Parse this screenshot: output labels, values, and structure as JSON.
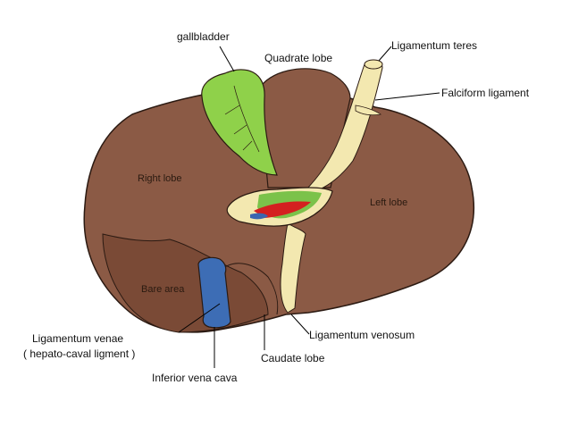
{
  "labels": {
    "gallbladder": "gallbladder",
    "quadrate_lobe": "Quadrate lobe",
    "ligamentum_teres": "Ligamentum teres",
    "falciform_ligament": "Falciform ligament",
    "right_lobe": "Right lobe",
    "left_lobe": "Left lobe",
    "bare_area": "Bare area",
    "ligamentum_venae_line1": "Ligamentum venae",
    "ligamentum_venae_line2": "( hepato-caval ligment )",
    "ligamentum_venosum": "Ligamentum venosum",
    "caudate_lobe": "Caudate lobe",
    "inferior_vena_cava": "Inferior  vena cava"
  },
  "colors": {
    "liver": "#8b5a45",
    "liver_outline": "#2b1a12",
    "bare_area": "#7a4a36",
    "gallbladder": "#8fd14a",
    "ligament": "#f3e8b0",
    "hilum_green": "#7bc24a",
    "artery_red": "#d42020",
    "vein_blue": "#3a66b0",
    "vena_cava": "#3d6db5",
    "leader_line": "#000000"
  }
}
